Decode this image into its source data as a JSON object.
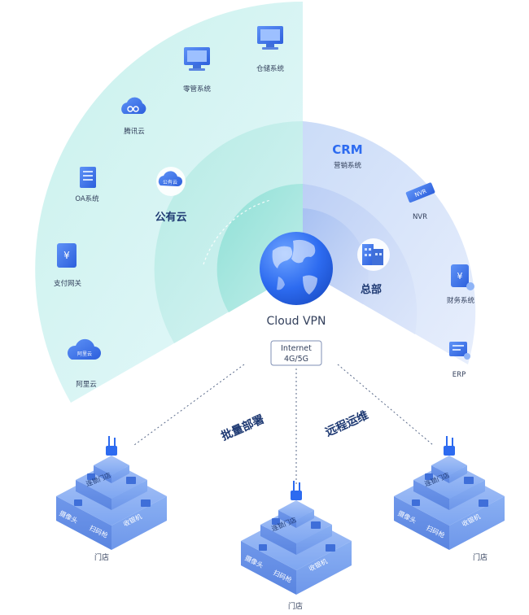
{
  "center": {
    "label": "Cloud VPN",
    "badge_line1": "Internet",
    "badge_line2": "4G/5G"
  },
  "public_cloud": {
    "label": "公有云",
    "icon_text": "公有云",
    "items": [
      {
        "label": "零管系统",
        "icon": "monitor-icon"
      },
      {
        "label": "仓储系统",
        "icon": "monitor-icon"
      },
      {
        "label": "腾讯云",
        "icon": "tencent-cloud-icon"
      },
      {
        "label": "OA系统",
        "icon": "server-icon"
      },
      {
        "label": "支付网关",
        "icon": "payment-icon"
      },
      {
        "label": "阿里云",
        "icon": "aliyun-cloud-icon",
        "icon_text": "阿里云"
      }
    ]
  },
  "headquarters": {
    "label": "总部",
    "crm_title": "CRM",
    "crm_sub": "营销系统",
    "items": [
      {
        "label": "NVR",
        "icon": "nvr-icon",
        "icon_text": "NVR"
      },
      {
        "label": "财务系统",
        "icon": "finance-icon"
      },
      {
        "label": "ERP",
        "icon": "erp-icon"
      }
    ]
  },
  "actions": {
    "left": "批量部署",
    "right": "远程运维"
  },
  "stores": [
    {
      "label": "门店",
      "device": "连锁门店",
      "camera": "摄像头",
      "scanner": "扫码枪",
      "register": "收银机"
    },
    {
      "label": "门店",
      "device": "连锁门店",
      "camera": "摄像头",
      "scanner": "扫码枪",
      "register": "收银机"
    },
    {
      "label": "门店",
      "device": "连锁门店",
      "camera": "摄像头",
      "scanner": "扫码枪",
      "register": "收银机"
    }
  ],
  "colors": {
    "accent": "#2d6bf0",
    "teal": "#5fd6cd",
    "text": "#33405c",
    "title": "#1f3a73"
  }
}
